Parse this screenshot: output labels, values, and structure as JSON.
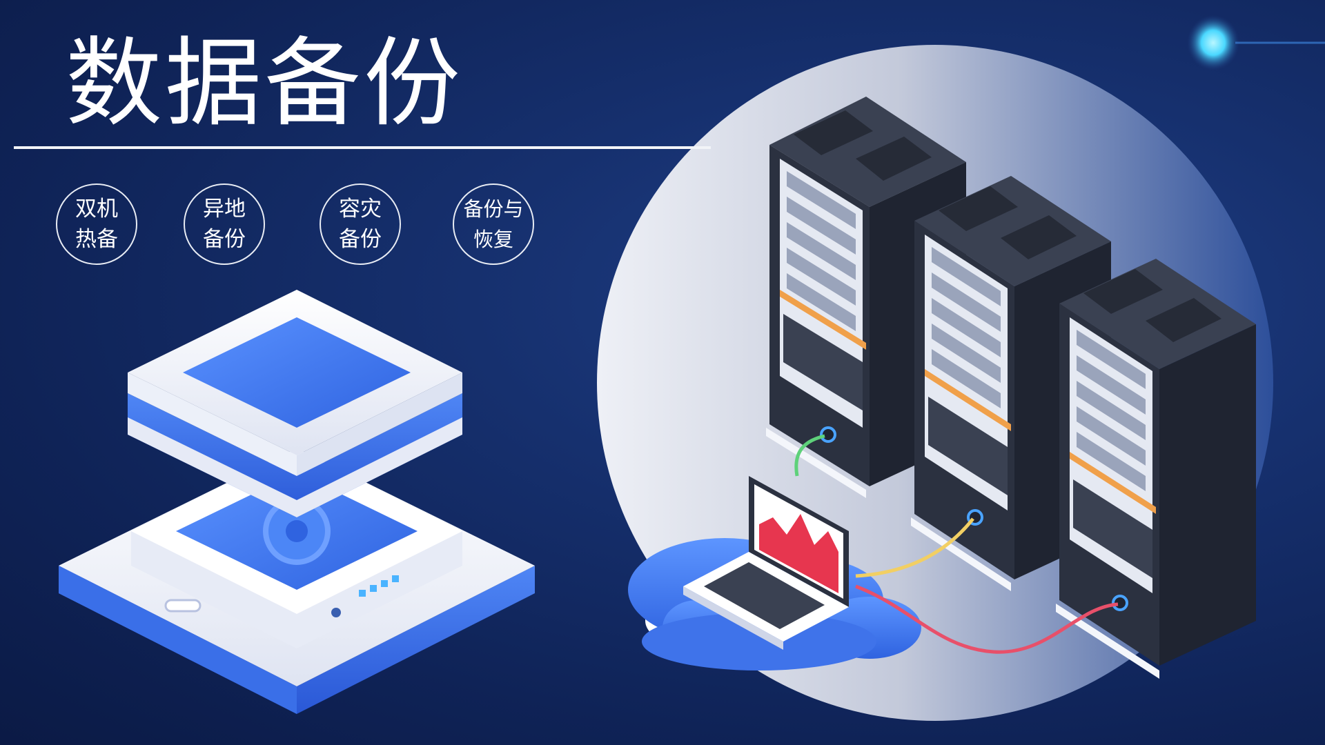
{
  "slide": {
    "title": "数据备份",
    "badges": [
      {
        "line1": "双机",
        "line2": "热备"
      },
      {
        "line1": "异地",
        "line2": "备份"
      },
      {
        "line1": "容灾",
        "line2": "备份"
      },
      {
        "line1": "备份与",
        "line2": "恢复"
      }
    ]
  },
  "colors": {
    "background": "#12296a",
    "accent_blue": "#3f7cf0",
    "rack_dark": "#2b3140",
    "cable_green": "#5ed17a",
    "cable_yellow": "#f2cf63",
    "cable_red": "#e8506a",
    "chart_red": "#e7364f"
  },
  "illustrations": {
    "left": "storage-stack-icon",
    "right": "server-racks-with-laptop-cloud"
  }
}
